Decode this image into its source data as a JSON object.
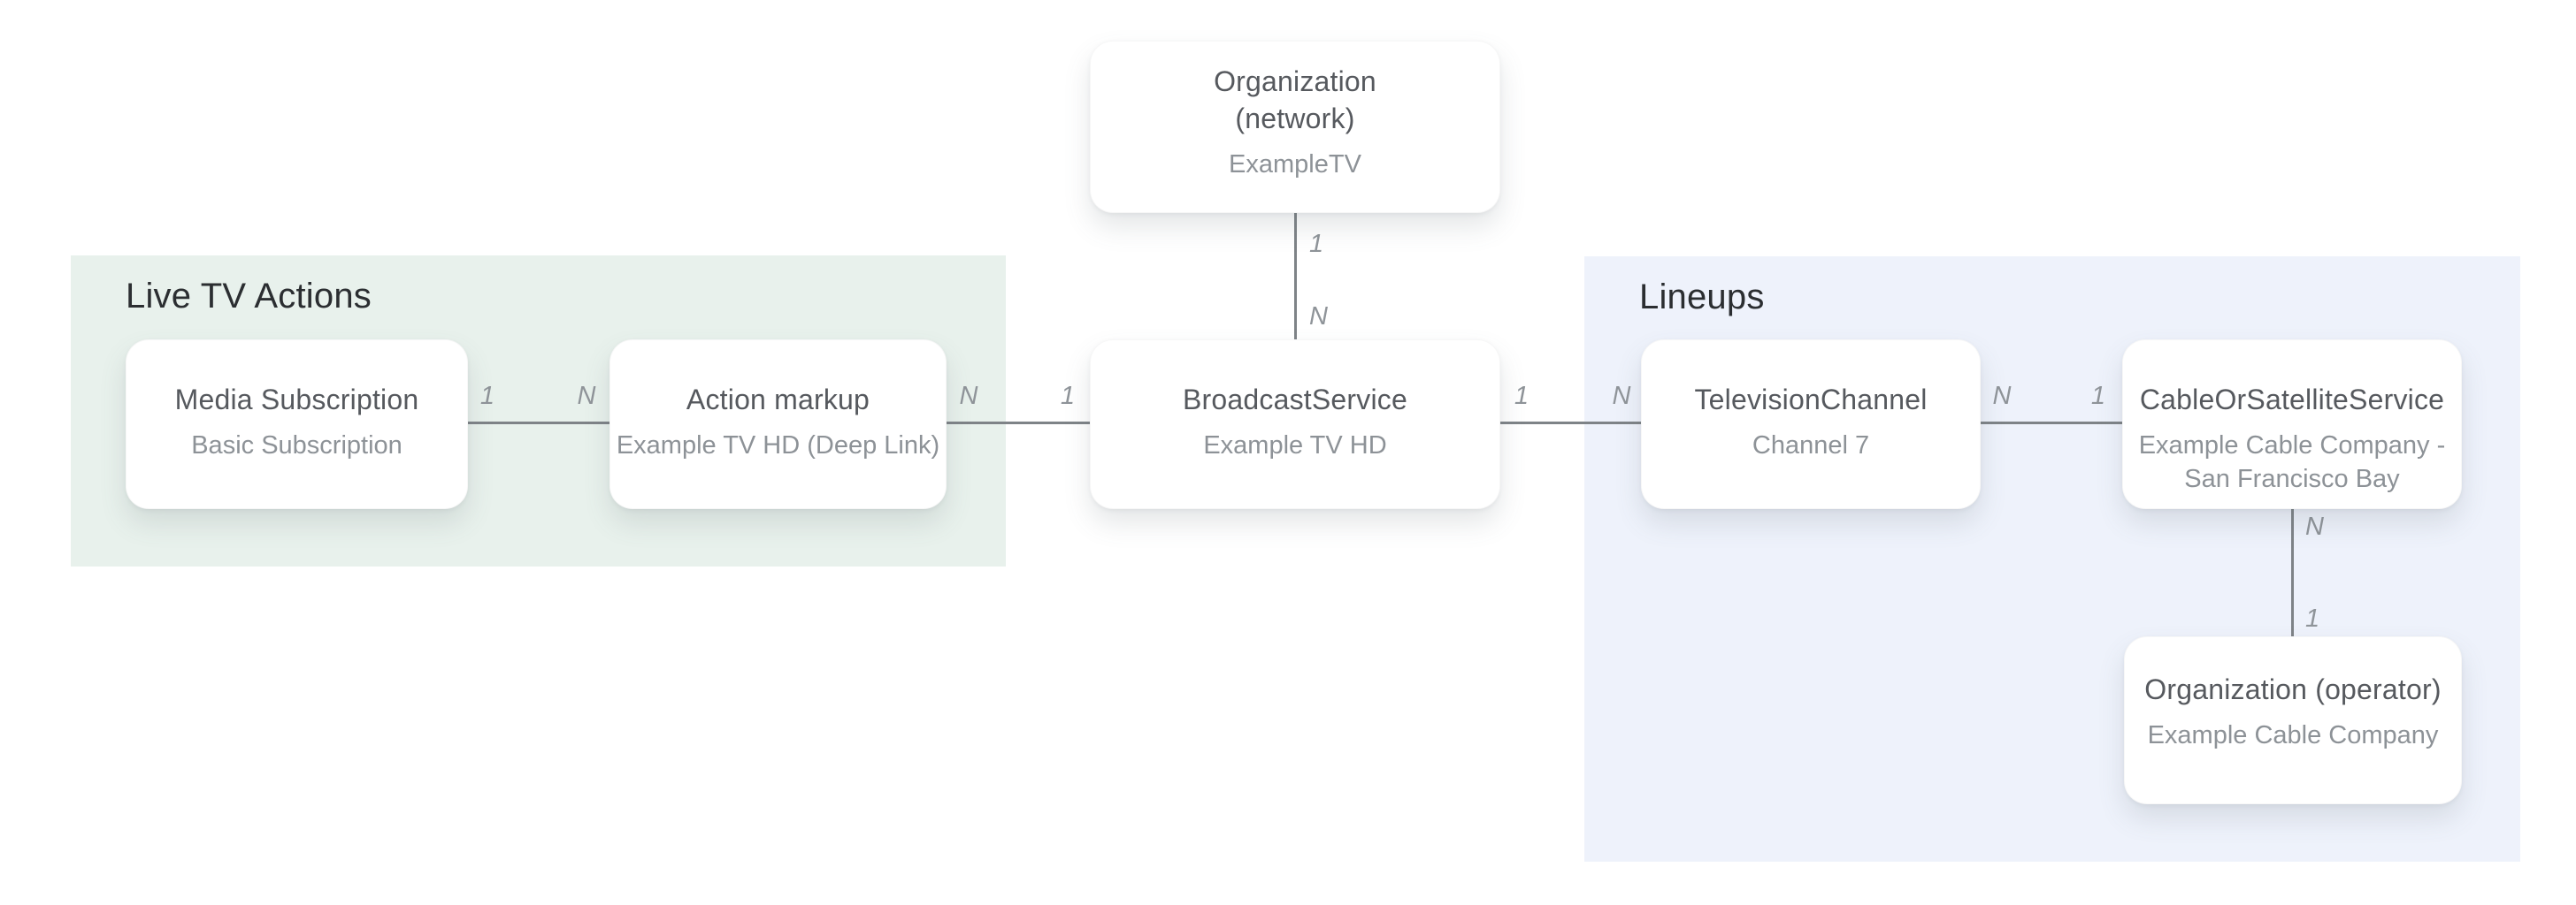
{
  "sections": {
    "live_tv_actions": {
      "label": "Live TV Actions",
      "color": "#E8F1EC"
    },
    "lineups": {
      "label": "Lineups",
      "color": "#EEF2FB"
    }
  },
  "nodes": {
    "org_network": {
      "title": "Organization (network)",
      "title_line1": "Organization",
      "title_line2": "(network)",
      "subtitle": "ExampleTV"
    },
    "media_subscription": {
      "title": "Media Subscription",
      "subtitle": "Basic Subscription"
    },
    "action_markup": {
      "title": "Action markup",
      "subtitle": "Example TV HD (Deep Link)"
    },
    "broadcast_service": {
      "title": "BroadcastService",
      "subtitle": "Example TV HD"
    },
    "television_channel": {
      "title": "TelevisionChannel",
      "subtitle": "Channel 7"
    },
    "cable_or_satellite_service": {
      "title": "CableOrSatelliteService",
      "subtitle": "Example Cable Company - San Francisco Bay",
      "subtitle_line1": "Example Cable Company -",
      "subtitle_line2": "San Francisco Bay"
    },
    "org_operator": {
      "title": "Organization (operator)",
      "subtitle": "Example Cable Company"
    }
  },
  "edges": {
    "network_to_broadcast": {
      "near_network": "1",
      "near_broadcast": "N"
    },
    "media_to_action": {
      "near_media": "1",
      "near_action": "N"
    },
    "action_to_broadcast": {
      "near_action": "N",
      "near_broadcast": "1"
    },
    "broadcast_to_channel": {
      "near_broadcast": "1",
      "near_channel": "N"
    },
    "channel_to_cable": {
      "near_channel": "N",
      "near_cable": "1"
    },
    "cable_to_operator": {
      "near_cable": "N",
      "near_operator": "1"
    }
  },
  "colors": {
    "page_background": "#FFFFFF",
    "live_tv_actions_panel": "#E8F1EC",
    "lineups_panel": "#EEF2FB",
    "connector_line": "#7E8387",
    "edge_label": "#8F9499",
    "node_title": "#56595E",
    "node_subtitle": "#8D9297",
    "section_title": "#2B2E31",
    "node_background": "#FFFFFF"
  }
}
